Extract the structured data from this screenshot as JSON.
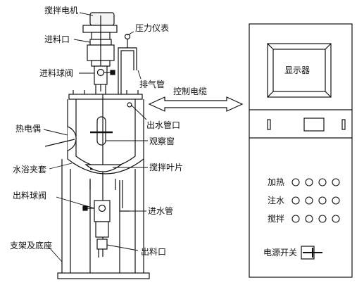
{
  "labels": {
    "motor": "搅拌电机",
    "inlet": "进料口",
    "pressure_gauge": "压力仪表",
    "inlet_valve": "进料球阀",
    "exhaust_pipe": "排气管",
    "control_cable": "控制电缆",
    "water_outlet": "出水管口",
    "thermocouple": "热电偶",
    "sight_window": "观察窗",
    "water_jacket": "水浴夹套",
    "impeller": "搅拌叶片",
    "outlet_valve": "出料球阀",
    "water_inlet": "进水管",
    "frame_base": "支架及底座",
    "discharge": "出料口"
  },
  "panel": {
    "display": "显示器",
    "rows": [
      "加热",
      "注水",
      "搅拌"
    ],
    "power_switch": "电源开关"
  }
}
